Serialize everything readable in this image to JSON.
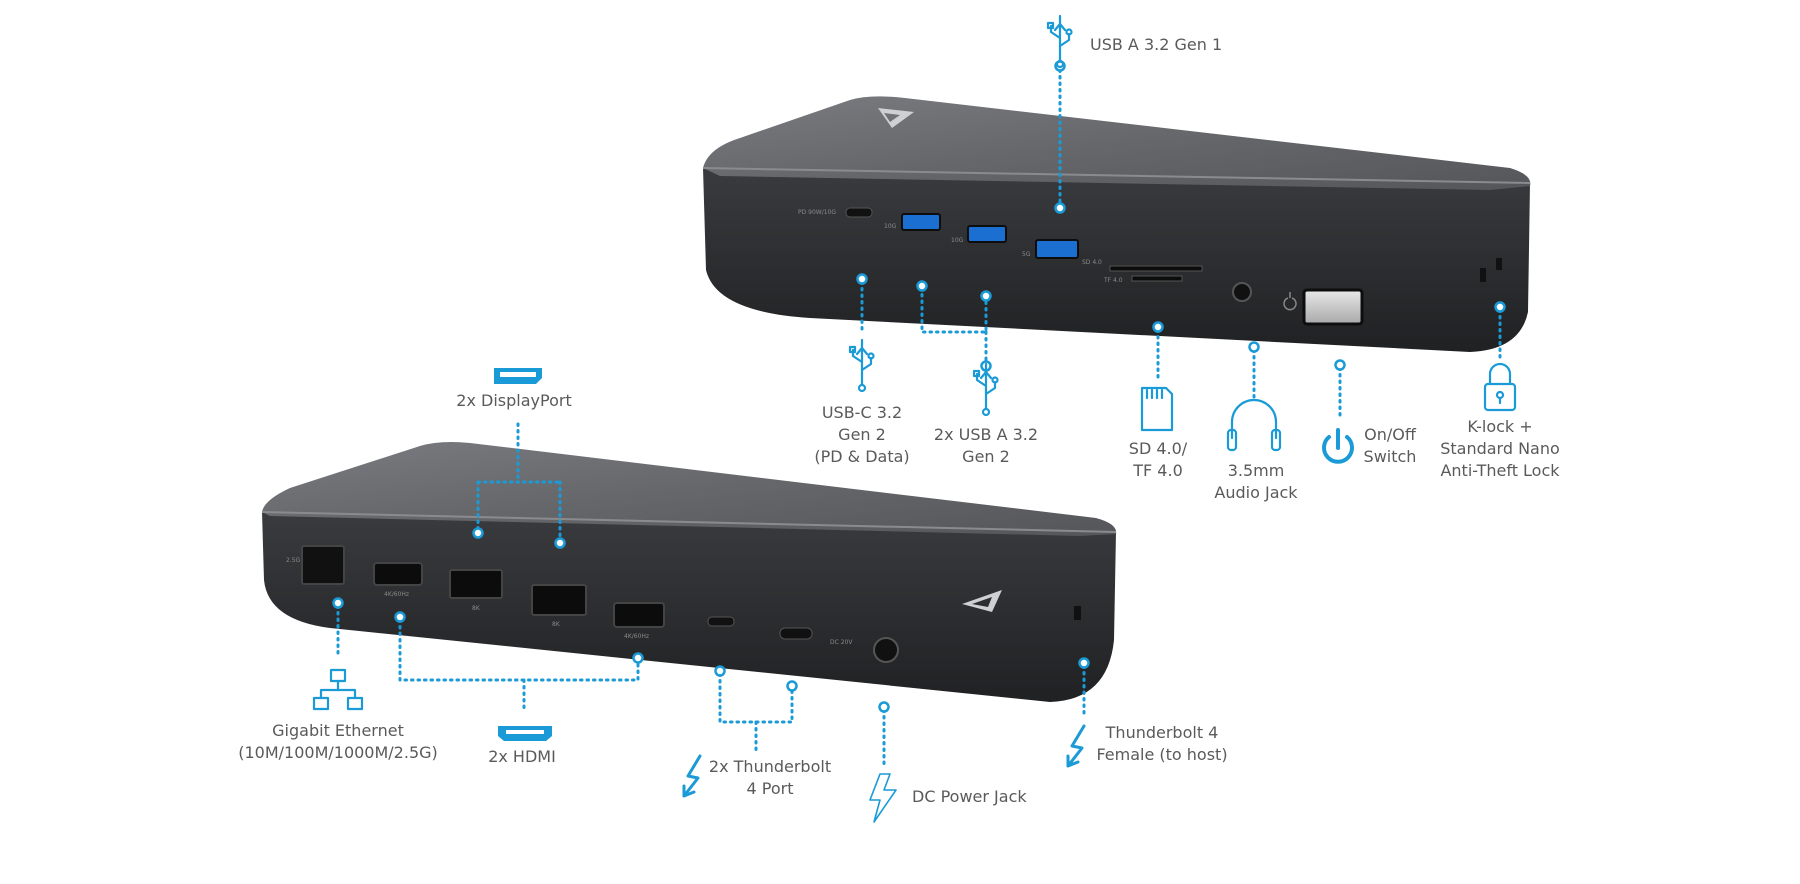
{
  "colors": {
    "accent": "#1a9ad6",
    "device_top": "#6e6f73",
    "device_side": "#2f3033",
    "label_text": "#5a5a5a"
  },
  "port_markings": {
    "pd": "PD 90W/10G",
    "usb_speed_1": "10G",
    "usb_speed_2": "10G",
    "usb_speed_3": "5G",
    "sd": "SD 4.0",
    "tf": "TF 4.0",
    "lan": "2.5G",
    "hdmi_1": "4K/60Hz",
    "dp_1": "8K",
    "dp_2": "8K",
    "hdmi_2": "4K/60Hz",
    "dc": "DC 20V"
  },
  "callouts": {
    "usb_a_gen1": {
      "text": "USB A 3.2 Gen 1",
      "icon": "usb-icon"
    },
    "usb_c_gen2": {
      "line1": "USB-C 3.2",
      "line2": "Gen 2",
      "line3": "(PD & Data)",
      "icon": "usb-icon"
    },
    "usb_a_gen2": {
      "line1": "2x USB A 3.2",
      "line2": "Gen 2",
      "icon": "usb-icon"
    },
    "sd_tf": {
      "line1": "SD 4.0/",
      "line2": "TF 4.0",
      "icon": "sd-card-icon"
    },
    "audio": {
      "line1": "3.5mm",
      "line2": "Audio Jack",
      "icon": "headphones-icon"
    },
    "power_switch": {
      "line1": "On/Off",
      "line2": "Switch",
      "icon": "power-icon"
    },
    "k_lock": {
      "line1": "K-lock +",
      "line2": "Standard Nano",
      "line3": "Anti-Theft Lock",
      "icon": "lock-icon"
    },
    "displayport": {
      "text": "2x DisplayPort",
      "icon": "displayport-icon"
    },
    "ethernet": {
      "line1": "Gigabit Ethernet",
      "line2": "(10M/100M/1000M/2.5G)",
      "icon": "network-icon"
    },
    "hdmi": {
      "text": "2x HDMI",
      "icon": "hdmi-icon"
    },
    "thunderbolt_ports": {
      "line1": "2x Thunderbolt",
      "line2": "4 Port",
      "icon": "thunderbolt-icon"
    },
    "dc_power": {
      "text": "DC Power Jack",
      "icon": "power-bolt-icon"
    },
    "thunderbolt_host": {
      "line1": "Thunderbolt 4",
      "line2": "Female (to host)",
      "icon": "thunderbolt-icon"
    }
  }
}
